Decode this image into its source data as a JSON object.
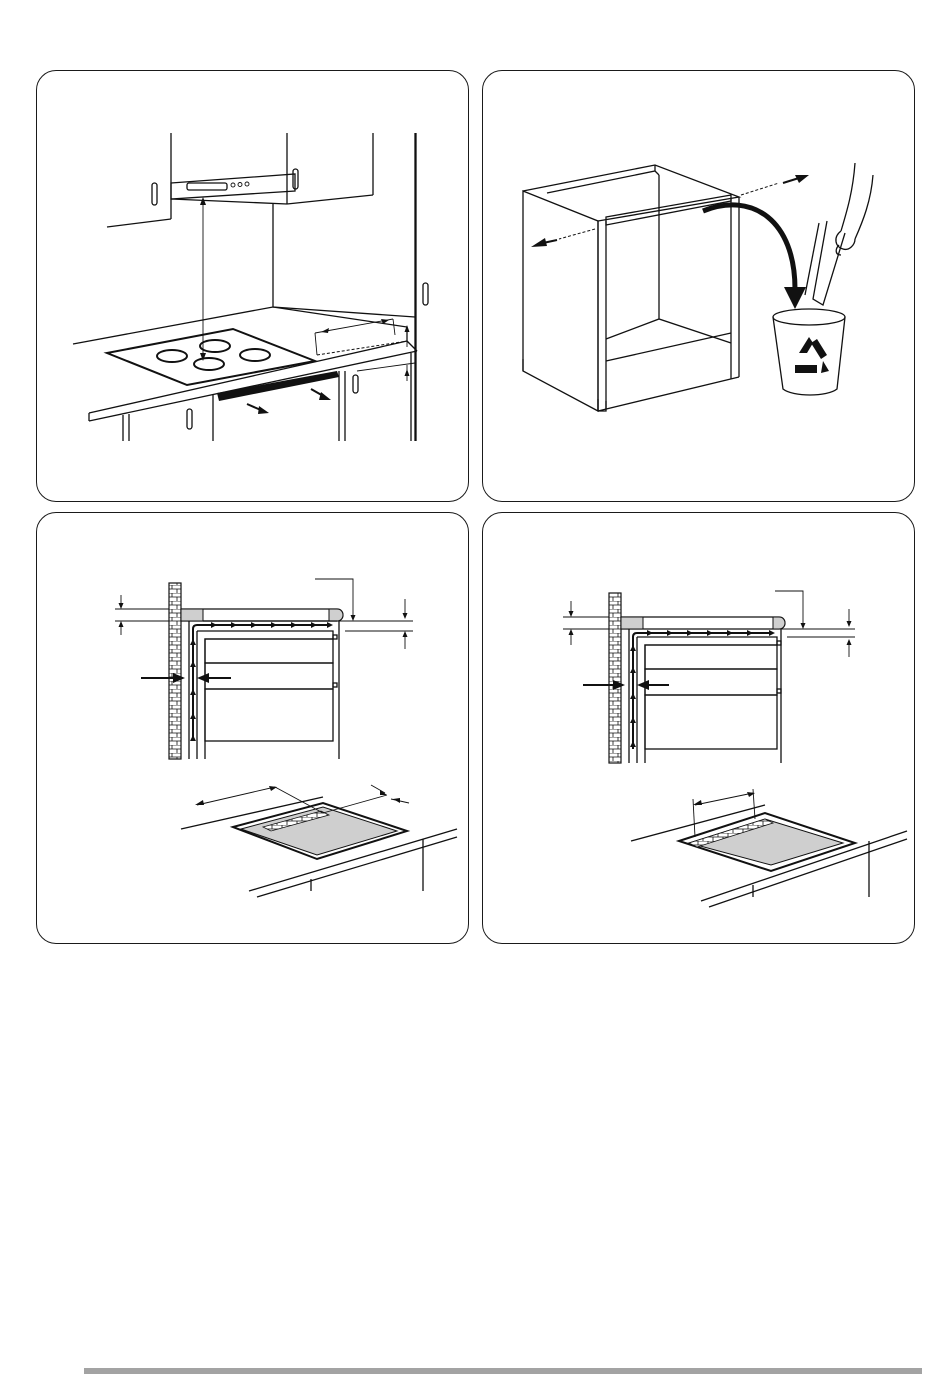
{
  "figures": [
    {
      "id": "hob-hood-clearance",
      "icons": [
        "cooker-hood",
        "hob",
        "drawer",
        "dimension-arrow"
      ]
    },
    {
      "id": "cabinet-panel-removal",
      "icons": [
        "cabinet",
        "removed-panel",
        "recycle-bin",
        "hand"
      ]
    },
    {
      "id": "ventilation-gap-drawers",
      "icons": [
        "brick-wall",
        "airflow-arrows",
        "worktop-cutout"
      ]
    },
    {
      "id": "ventilation-gap-oven",
      "icons": [
        "brick-wall",
        "airflow-arrows",
        "worktop-cutout"
      ]
    }
  ],
  "colors": {
    "line": "#111111",
    "worktop_fill": "#cfcfcf",
    "footer_bar": "#a3a3a3"
  },
  "icons": {
    "recycle": "recycle-symbol-icon"
  }
}
